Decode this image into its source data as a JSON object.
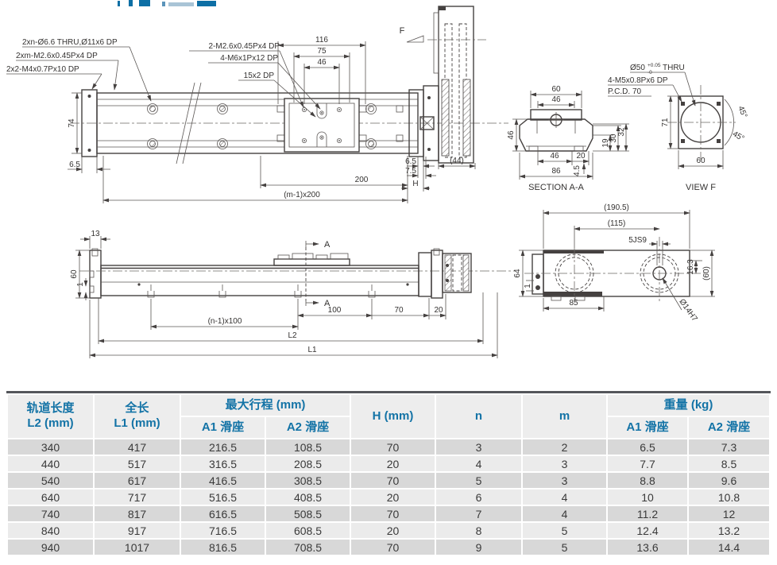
{
  "page": {
    "accent_blue": "#1373a6",
    "title_fragment_color": "#0d6fa5",
    "line_color": "#454140",
    "table_top_border": "#54565b",
    "row_dark": "#d8d8d8",
    "row_light": "#ebebeb",
    "header_bg": "#ededed"
  },
  "drawing": {
    "top_view": {
      "callout_thru_holes": "2xn-Ø6.6 THRU,Ø11x6 DP",
      "callout_m26_holes": "2xm-M2.6x0.45Px4 DP",
      "callout_m4_holes": "2x2-M4x0.7Px10 DP",
      "callout_carriage_m26": "2-M2.6x0.45Px4 DP",
      "callout_carriage_m6": "4-M6x1Px12 DP",
      "callout_slot": "15x2 DP",
      "d116": "116",
      "d75": "75",
      "d46": "46",
      "d74": "74",
      "d65_left": "6.5",
      "d65_right": "6.5",
      "d75_right": "7.5",
      "dH": "H",
      "d44": "(44)",
      "d200": "200",
      "dm200": "(m-1)x200",
      "f_mark": "F"
    },
    "section_aa": {
      "title": "SECTION A-A",
      "d60": "60",
      "d46_top": "46",
      "d46_left": "46",
      "d19": "19",
      "d30": "30",
      "d32": "32",
      "d46_bottom": "46",
      "d20": "20",
      "d45": "4.5",
      "d86": "86"
    },
    "view_f": {
      "title": "VIEW F",
      "bore": "Ø50",
      "tol_up": "+0.05",
      "tol_dn": "-0",
      "thru": "THRU",
      "callout_m5": "4-M5x0.8Px6 DP",
      "callout_pcd": "P.C.D. 70",
      "d71": "71",
      "a45_1": "45°",
      "a45_2": "45°",
      "d60": "60"
    },
    "side_view": {
      "d13": "13",
      "d60": "60",
      "d1": "1",
      "dn100": "(n-1)x100",
      "d100": "100",
      "d70": "70",
      "d20": "20",
      "dL2": "L2",
      "dL1": "L1",
      "a_top": "A",
      "a_bot": "A"
    },
    "motor_view": {
      "d190": "(190.5)",
      "d115": "(115)",
      "d5js9": "5JS9",
      "d64": "64",
      "d1": "1",
      "d85": "85",
      "d163": "16.3",
      "d60": "(60)",
      "d14h7": "Ø14H7"
    }
  },
  "table": {
    "header": {
      "col_l2_line1": "轨道长度",
      "col_l2_line2": "L2 (mm)",
      "col_l1_line1": "全长",
      "col_l1_line2": "L1 (mm)",
      "col_stroke": "最大行程 (mm)",
      "col_stroke_a1": "A1 滑座",
      "col_stroke_a2": "A2 滑座",
      "col_h": "H (mm)",
      "col_n": "n",
      "col_m": "m",
      "col_weight": "重量 (kg)",
      "col_weight_a1": "A1 滑座",
      "col_weight_a2": "A2 滑座"
    },
    "rows": [
      [
        "340",
        "417",
        "216.5",
        "108.5",
        "70",
        "3",
        "2",
        "6.5",
        "7.3"
      ],
      [
        "440",
        "517",
        "316.5",
        "208.5",
        "20",
        "4",
        "3",
        "7.7",
        "8.5"
      ],
      [
        "540",
        "617",
        "416.5",
        "308.5",
        "70",
        "5",
        "3",
        "8.8",
        "9.6"
      ],
      [
        "640",
        "717",
        "516.5",
        "408.5",
        "20",
        "6",
        "4",
        "10",
        "10.8"
      ],
      [
        "740",
        "817",
        "616.5",
        "508.5",
        "70",
        "7",
        "4",
        "11.2",
        "12"
      ],
      [
        "840",
        "917",
        "716.5",
        "608.5",
        "20",
        "8",
        "5",
        "12.4",
        "13.2"
      ],
      [
        "940",
        "1017",
        "816.5",
        "708.5",
        "70",
        "9",
        "5",
        "13.6",
        "14.4"
      ]
    ]
  }
}
